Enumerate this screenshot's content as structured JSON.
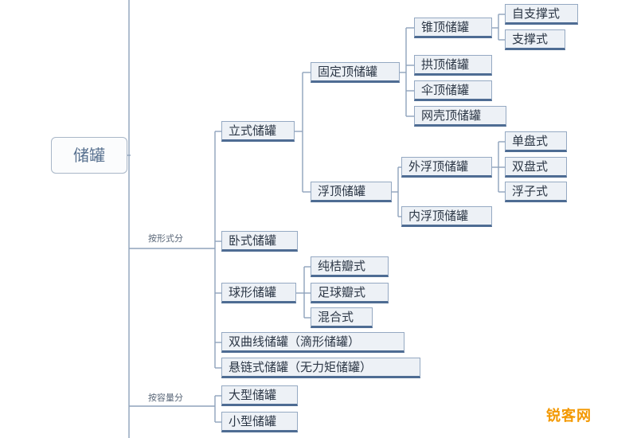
{
  "root": {
    "label": "储罐"
  },
  "branches": {
    "by_form": "按形式分",
    "by_capacity": "按容量分"
  },
  "nodes": {
    "vertical": "立式储罐",
    "fixed_roof": "固定顶储罐",
    "cone_roof": "锥顶储罐",
    "self_supported": "自支撑式",
    "supported": "支撑式",
    "dome_roof": "拱顶储罐",
    "umbrella_roof": "伞顶储罐",
    "shell_roof": "网壳顶储罐",
    "floating_roof": "浮顶储罐",
    "external_floating": "外浮顶储罐",
    "single_deck": "单盘式",
    "double_deck": "双盘式",
    "buoy": "浮子式",
    "internal_floating": "内浮顶储罐",
    "horizontal": "卧式储罐",
    "spherical": "球形储罐",
    "orange_petal": "纯桔瓣式",
    "football": "足球瓣式",
    "hybrid": "混合式",
    "hyperbolic": "双曲线储罐（滴形储罐）",
    "catenary": "悬链式储罐（无力矩储罐）",
    "large": "大型储罐",
    "small": "小型储罐"
  },
  "watermark": "锐客网",
  "colors": {
    "line": "#8fa3bb",
    "node_fill": "#edf1f6",
    "node_border": "#4e6c93",
    "watermark": "#f39800"
  }
}
